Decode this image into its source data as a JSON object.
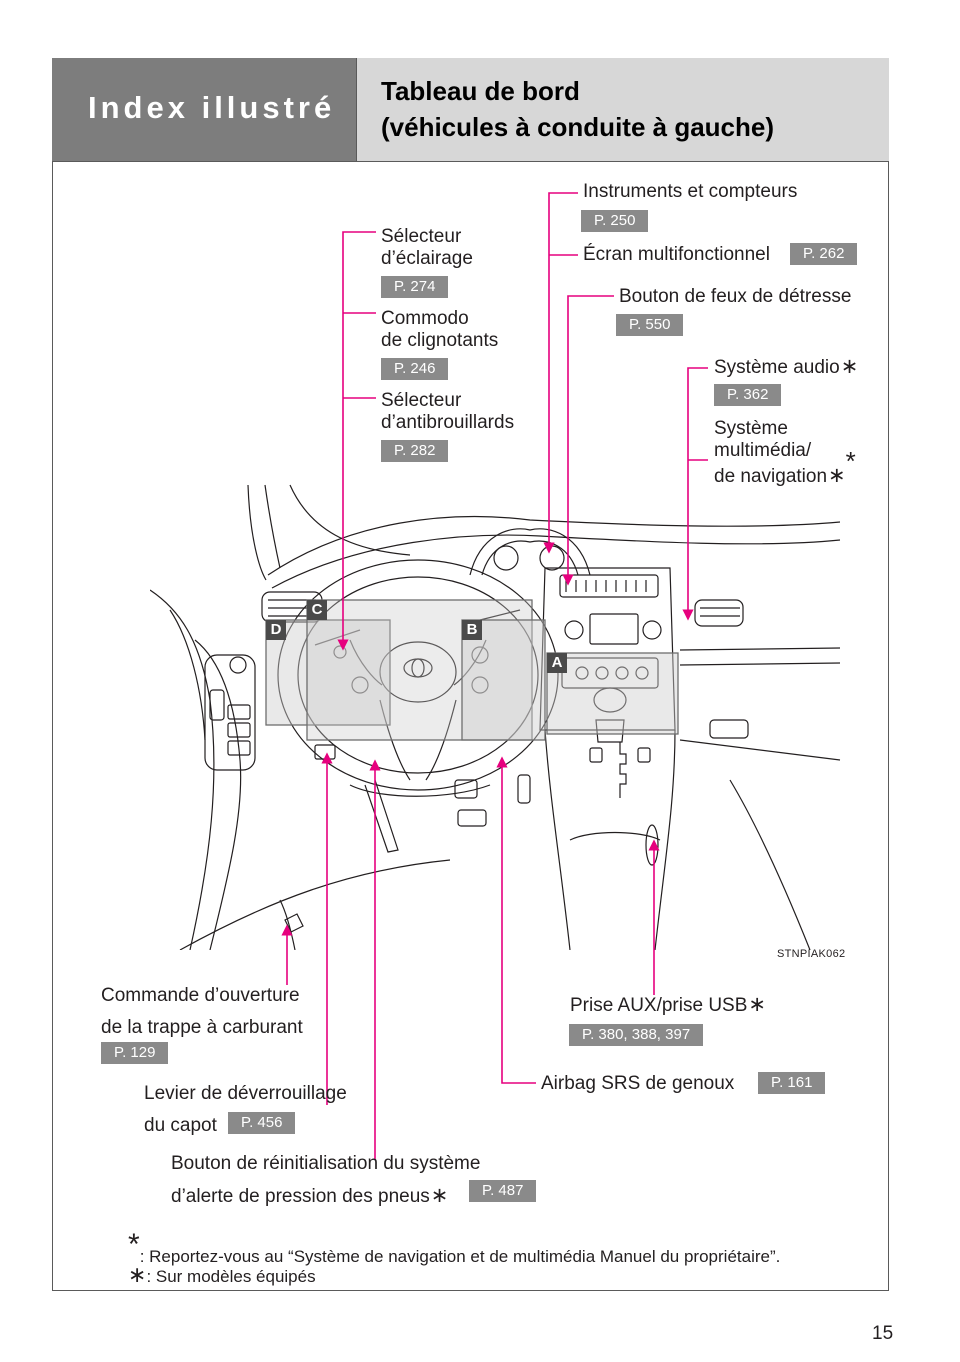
{
  "header": {
    "section": "Index illustré",
    "title_line1": "Tableau de bord",
    "title_line2": "(véhicules à conduite à gauche)"
  },
  "callouts": {
    "instruments": {
      "label": "Instruments et compteurs",
      "page": "P. 250"
    },
    "multi_display": {
      "label": "Écran multifonctionnel",
      "page": "P. 262"
    },
    "light_switch": {
      "line1": "Sélecteur",
      "line2": "d’éclairage",
      "page": "P. 274"
    },
    "hazard": {
      "label": "Bouton de feux de détresse",
      "page": "P. 550"
    },
    "turn_lever": {
      "line1": "Commodo",
      "line2": "de clignotants",
      "page": "P. 246"
    },
    "audio": {
      "label": "Système audio",
      "page": "P. 362"
    },
    "fog_switch": {
      "line1": "Sélecteur",
      "line2": "d’antibrouillards",
      "page": "P. 282"
    },
    "navigation": {
      "line1": "Système",
      "line2": "multimédia/",
      "line3": "de navigation"
    },
    "fuel_door": {
      "line1": "Commande d’ouverture",
      "line2": "de la trappe à carburant",
      "page": "P. 129"
    },
    "aux_usb": {
      "label": "Prise AUX/prise USB",
      "page": "P. 380, 388, 397"
    },
    "hood_lever": {
      "line1": "Levier de déverrouillage",
      "line2": "du capot",
      "page": "P. 456"
    },
    "knee_airbag": {
      "label": "Airbag SRS de genoux",
      "page": "P. 161"
    },
    "tpws_reset": {
      "line1": "Bouton de réinitialisation du système",
      "line2": "d’alerte de pression des pneus",
      "page": "P. 487"
    }
  },
  "markers": [
    "A",
    "B",
    "C",
    "D"
  ],
  "illustration_code": "STNPIAK062",
  "footnotes": [
    {
      "symbol": "*",
      "text": ": Reportez-vous au “Système de navigation et de multimédia Manuel du propriétaire”."
    },
    {
      "symbol": "∗",
      "text": ": Sur modèles équipés"
    }
  ],
  "page_number": "15",
  "colors": {
    "leader": "#e6007e",
    "badge": "#8a8a8a",
    "header_dark": "#7d7d7d",
    "header_light": "#d7d7d7"
  }
}
